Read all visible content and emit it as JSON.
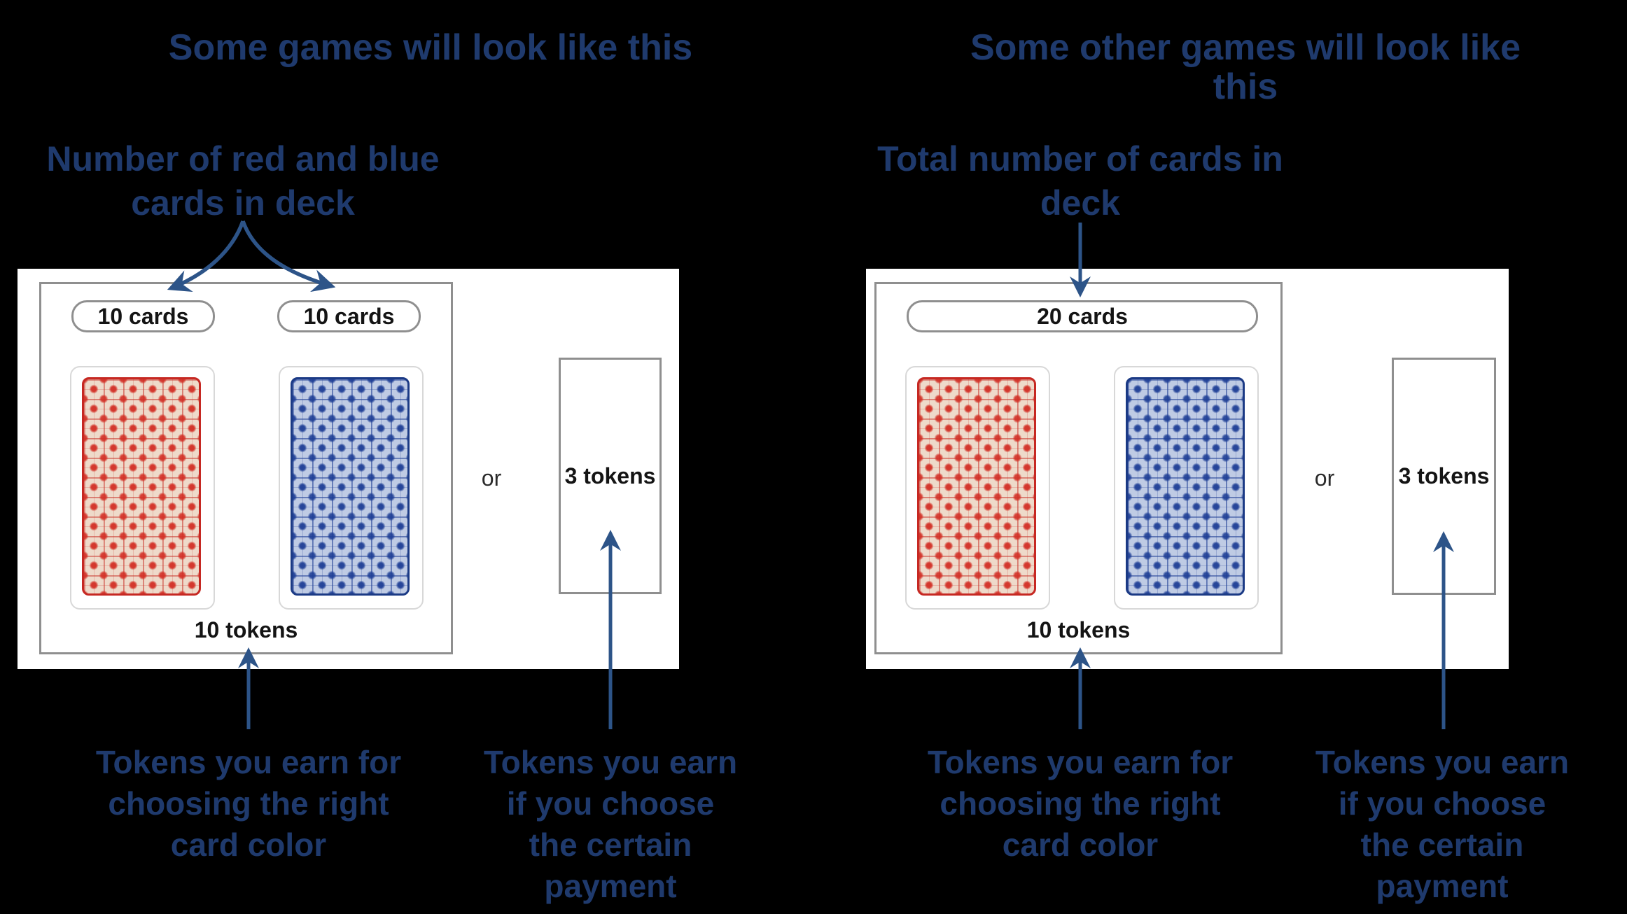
{
  "colors": {
    "background": "#000000",
    "panel": "#ffffff",
    "heading_text": "#1f3a6d",
    "arrow": "#2d5488",
    "box_border": "#8f8f8f",
    "card_red": "#d23a2e",
    "card_blue": "#24449b",
    "value_text": "#141414"
  },
  "left": {
    "title": "Some games will look like this",
    "top_label": [
      "Number of red and blue",
      "cards in deck"
    ],
    "deck_labels": [
      "10 cards",
      "10 cards"
    ],
    "win_label": "10 tokens",
    "or_label": "or",
    "certain_label": "3 tokens",
    "win_caption": [
      "Tokens you earn for",
      "choosing the right",
      "card color"
    ],
    "certain_caption": [
      "Tokens you earn",
      "if you choose",
      "the certain",
      "payment"
    ]
  },
  "right": {
    "title": "Some other games will look like this",
    "top_label": [
      "Total number of cards in",
      "deck"
    ],
    "deck_labels": [
      "20 cards"
    ],
    "win_label": "10 tokens",
    "or_label": "or",
    "certain_label": "3 tokens",
    "win_caption": [
      "Tokens you earn for",
      "choosing the right",
      "card color"
    ],
    "certain_caption": [
      "Tokens you earn",
      "if you choose",
      "the certain",
      "payment"
    ]
  }
}
